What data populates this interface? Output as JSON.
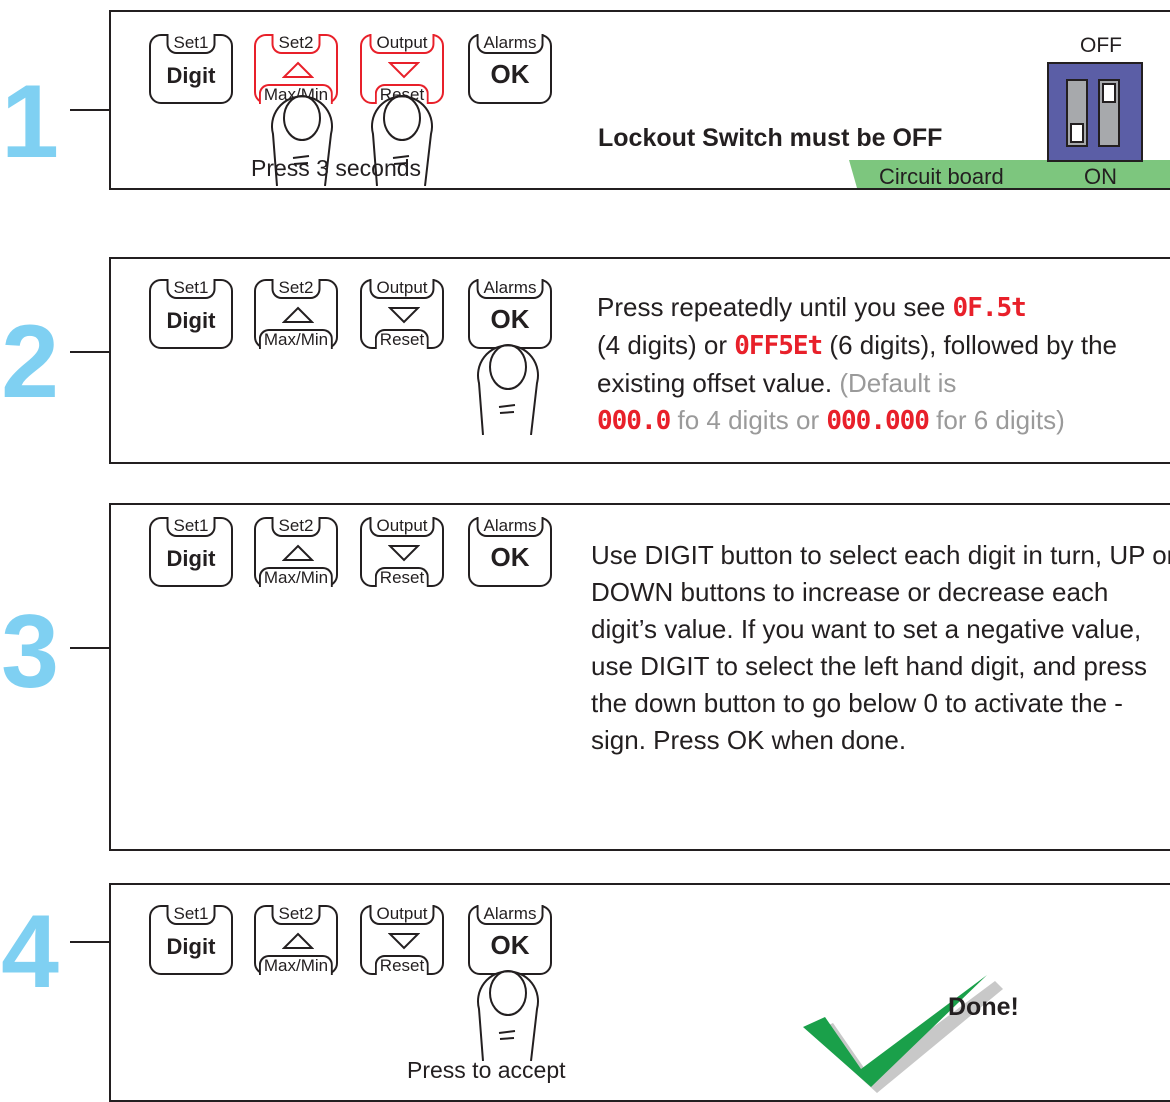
{
  "buttons": {
    "b1": {
      "cap": "Set1",
      "main": "Digit"
    },
    "b2": {
      "cap": "Set2",
      "sub": "Max/Min"
    },
    "b3": {
      "cap": "Output",
      "sub": "Reset"
    },
    "b4": {
      "cap": "Alarms",
      "main": "OK"
    }
  },
  "steps": [
    {
      "number": "1",
      "caption": "Press 3 seconds",
      "text": "Lockout Switch must be OFF",
      "switch": {
        "off_label": "OFF",
        "on_label": "ON",
        "board_label": "Circuit board"
      }
    },
    {
      "number": "2",
      "text_a": "Press repeatedly until you see ",
      "seg_4": "0F.5t",
      "text_b": "(4 digits) or ",
      "seg_6": "0FF5Et",
      "text_c": " (6 digits), followed by the existing offset value. ",
      "default_a": "(Default is",
      "seg_def4": "000.0",
      "default_b": " fo 4 digits or ",
      "seg_def6": "000.000",
      "default_c": " for 6 digits)"
    },
    {
      "number": "3",
      "text": "Use DIGIT button to select each digit in turn, UP or DOWN buttons to increase or decrease each digit’s value. If you want to set a negative value, use DIGIT to select the left hand digit, and press the down button to go below 0 to activate the - sign. Press OK when done."
    },
    {
      "number": "4",
      "caption": "Press to accept",
      "done": "Done!"
    }
  ],
  "colors": {
    "step_number": "#7fd0f2",
    "highlight": "#e8202a",
    "switch": "#5b5ea6",
    "board": "#7dc67e",
    "check": "#1aa04a"
  }
}
